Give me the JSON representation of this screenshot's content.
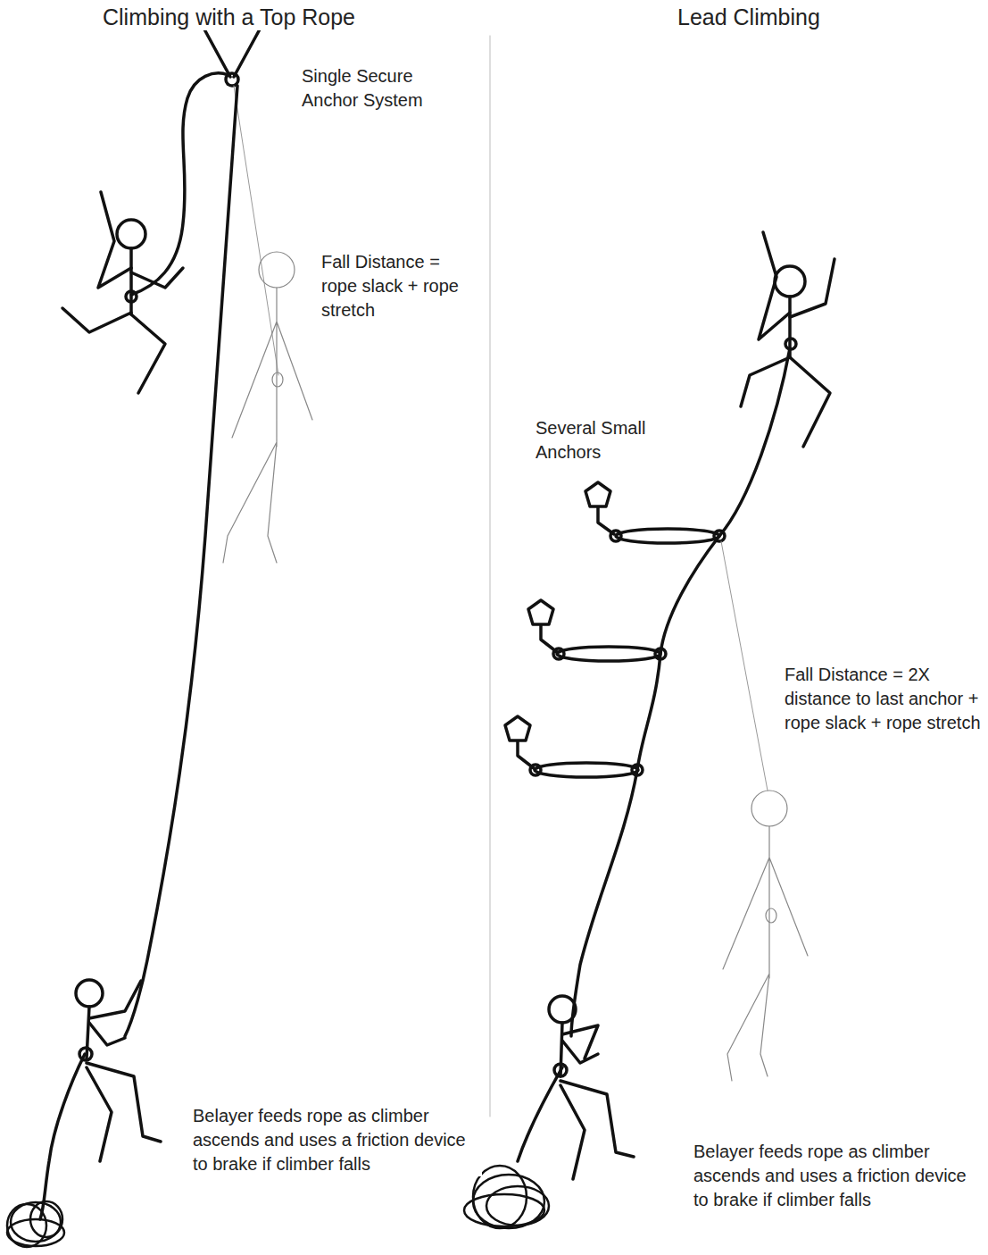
{
  "diagram": {
    "labels": [
      "Climbing with a Top Rope",
      "Lead Climbing",
      "Single Secure Anchor System",
      "Fall Distance = rope slack + rope stretch",
      "Several Small Anchors",
      "Fall Distance = 2X distance to last anchor + rope slack + rope stretch",
      "Belayer feeds rope as climber ascends and uses a friction device to brake if climber falls",
      "Belayer feeds rope as climber ascends and uses a friction device to brake if climber falls"
    ]
  }
}
